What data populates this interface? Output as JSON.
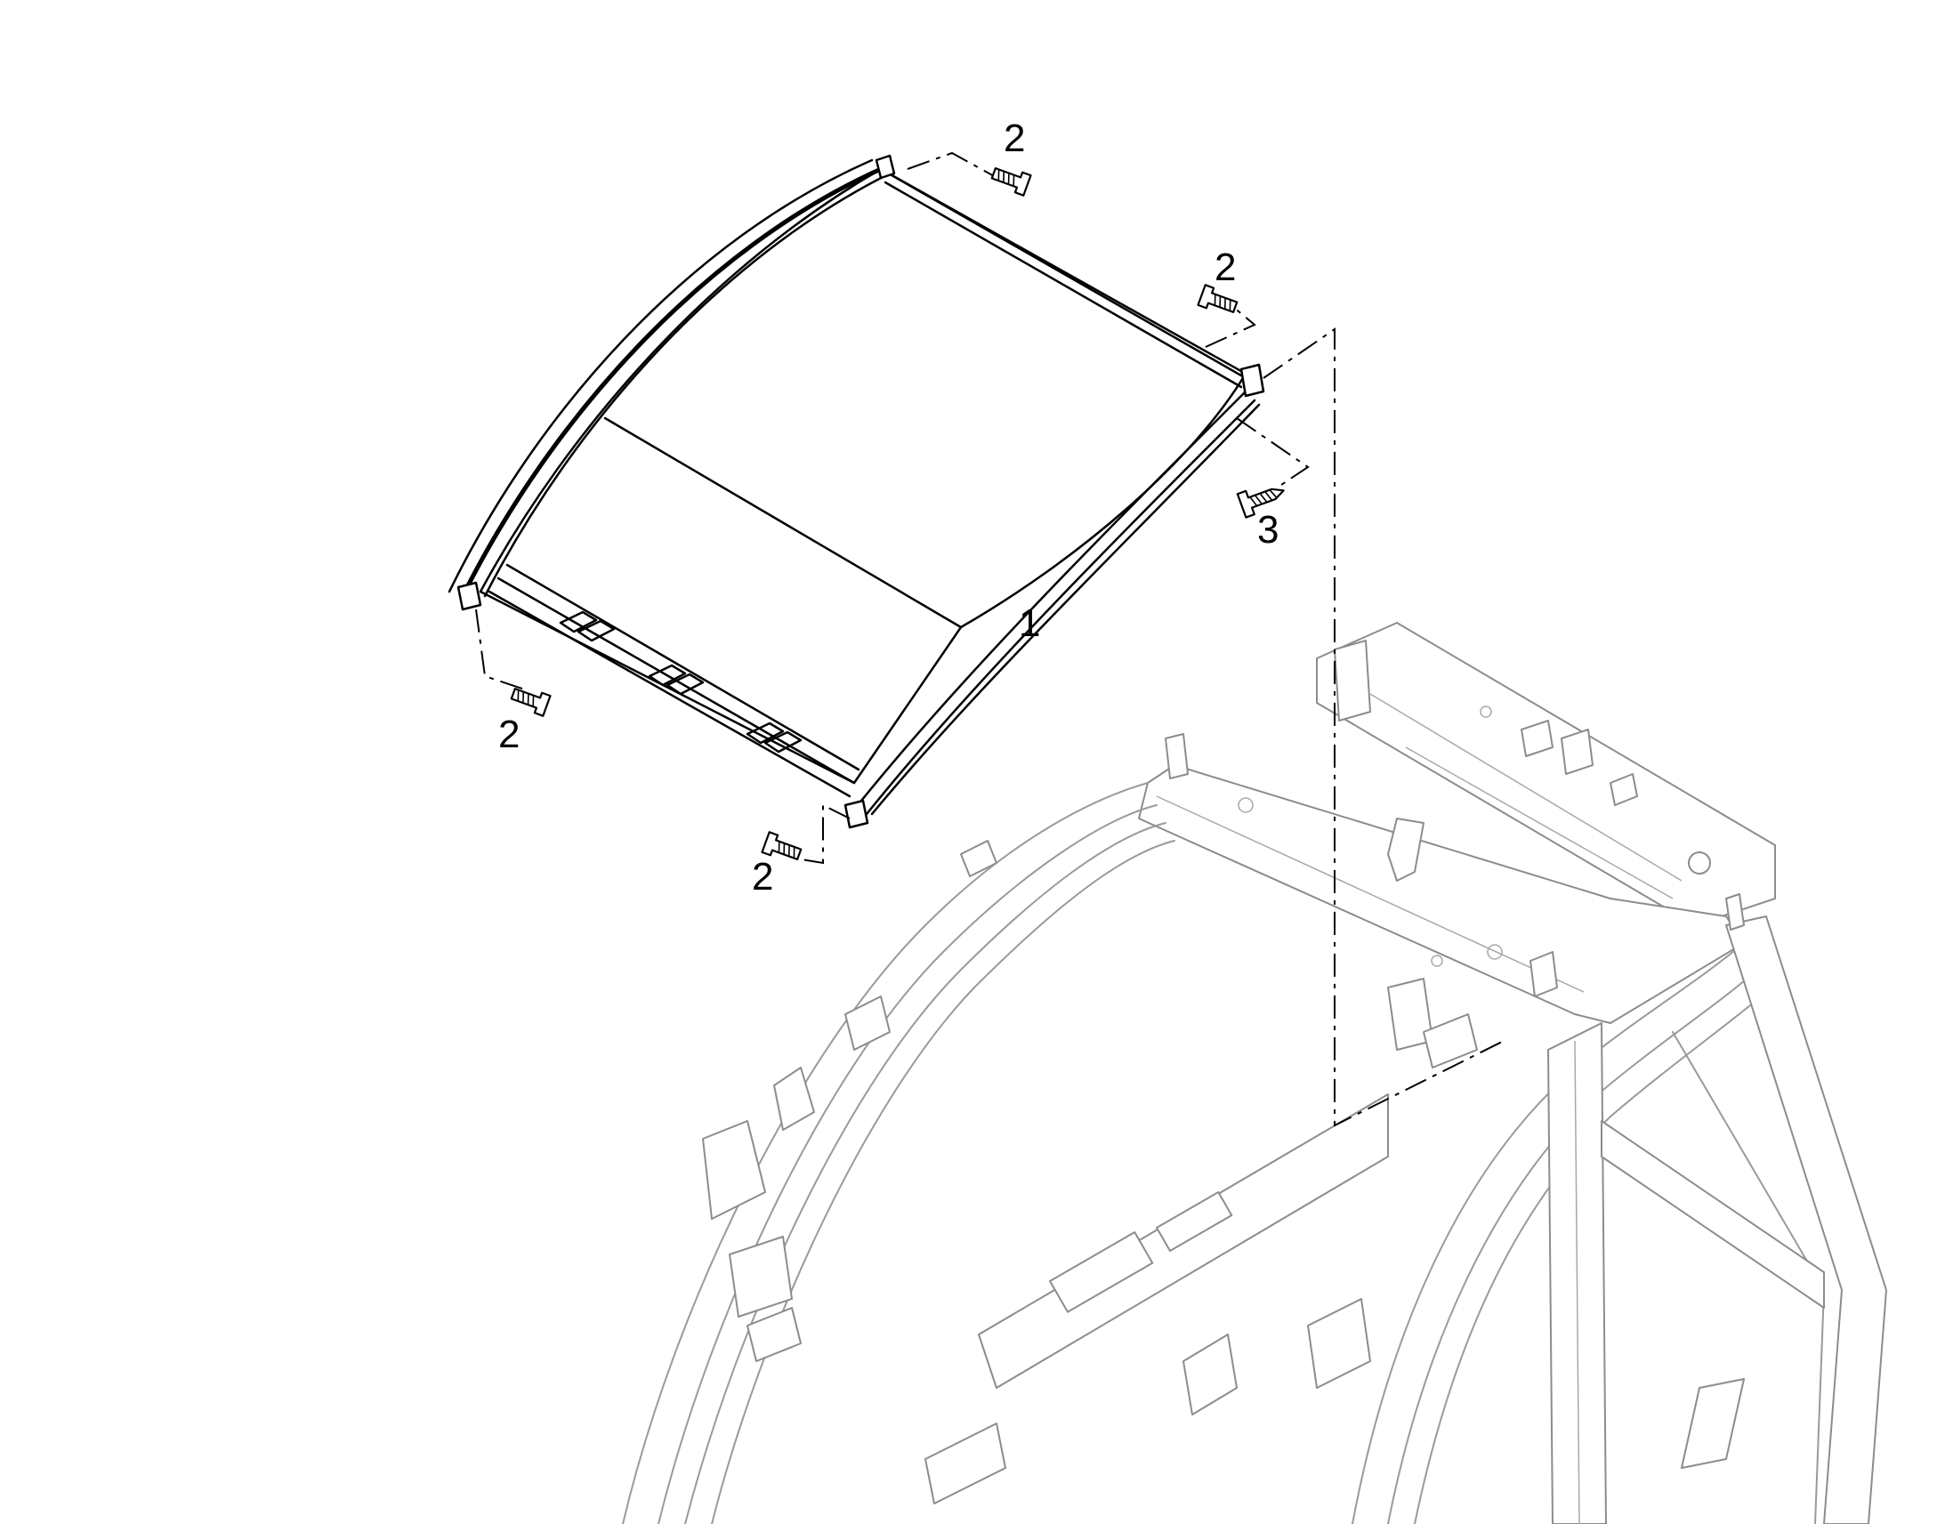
{
  "callouts": {
    "roof_panel": "1",
    "screw_top": "2",
    "screw_right": "2",
    "screw_left": "2",
    "screw_bottom": "2",
    "self_tapping_screw": "3"
  },
  "colors": {
    "part_outline": "#000000",
    "frame_outline": "#9a9a9a",
    "background": "#ffffff"
  }
}
